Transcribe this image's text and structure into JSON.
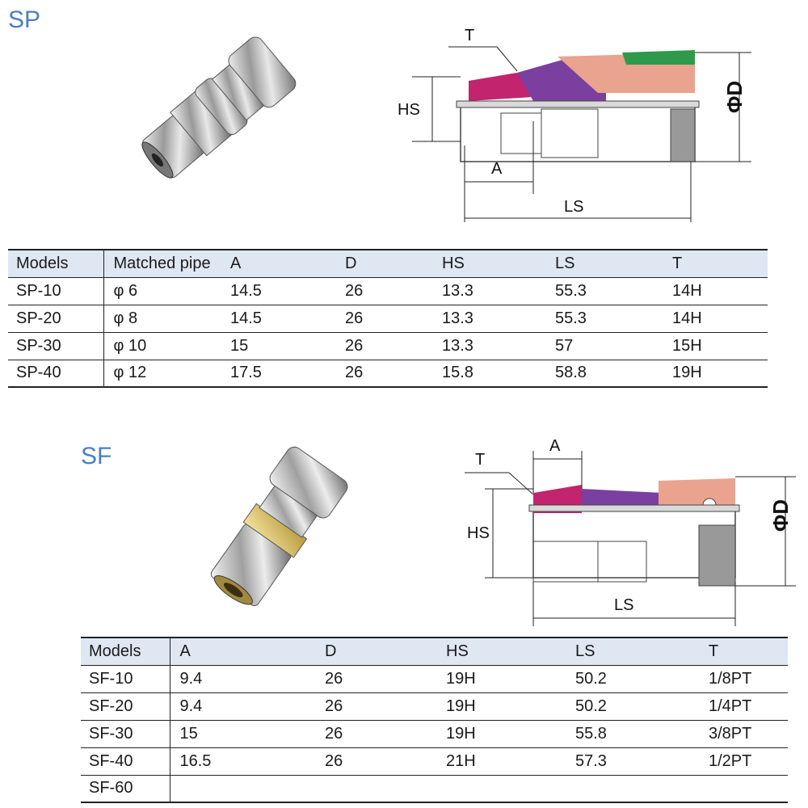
{
  "sp": {
    "title": "SP",
    "diagram": {
      "T": "T",
      "HS": "HS",
      "A": "A",
      "LS": "LS",
      "D": "ΦD"
    },
    "headers": [
      "Models",
      "Matched pipe",
      "A",
      "D",
      "HS",
      "LS",
      "T"
    ],
    "rows": [
      {
        "model": "SP-10",
        "pipe": "φ 6",
        "a": "14.5",
        "d": "26",
        "hs": "13.3",
        "ls": "55.3",
        "t": "14H"
      },
      {
        "model": "SP-20",
        "pipe": "φ 8",
        "a": "14.5",
        "d": "26",
        "hs": "13.3",
        "ls": "55.3",
        "t": "14H"
      },
      {
        "model": "SP-30",
        "pipe": "φ 10",
        "a": "15",
        "d": "26",
        "hs": "13.3",
        "ls": "57",
        "t": "15H"
      },
      {
        "model": "SP-40",
        "pipe": "φ 12",
        "a": "17.5",
        "d": "26",
        "hs": "15.8",
        "ls": "58.8",
        "t": "19H"
      }
    ]
  },
  "sf": {
    "title": "SF",
    "diagram": {
      "T": "T",
      "HS": "HS",
      "A": "A",
      "LS": "LS",
      "D": "ΦD"
    },
    "headers": [
      "Models",
      "A",
      "D",
      "HS",
      "LS",
      "T"
    ],
    "rows": [
      {
        "model": "SF-10",
        "a": "9.4",
        "d": "26",
        "hs": "19H",
        "ls": "50.2",
        "t": "1/8PT"
      },
      {
        "model": "SF-20",
        "a": "9.4",
        "d": "26",
        "hs": "19H",
        "ls": "50.2",
        "t": "1/4PT"
      },
      {
        "model": "SF-30",
        "a": "15",
        "d": "26",
        "hs": "19H",
        "ls": "55.8",
        "t": "3/8PT"
      },
      {
        "model": "SF-40",
        "a": "16.5",
        "d": "26",
        "hs": "21H",
        "ls": "57.3",
        "t": "1/2PT"
      },
      {
        "model": "SF-60",
        "a": "",
        "d": "",
        "hs": "",
        "ls": "",
        "t": ""
      }
    ]
  },
  "colors": {
    "title": "#4a7fc1",
    "header_bg": "#dfe7f3",
    "magenta": "#c2246e",
    "purple": "#7b3fa0",
    "salmon": "#e9a38f",
    "green": "#2f9a4c"
  }
}
